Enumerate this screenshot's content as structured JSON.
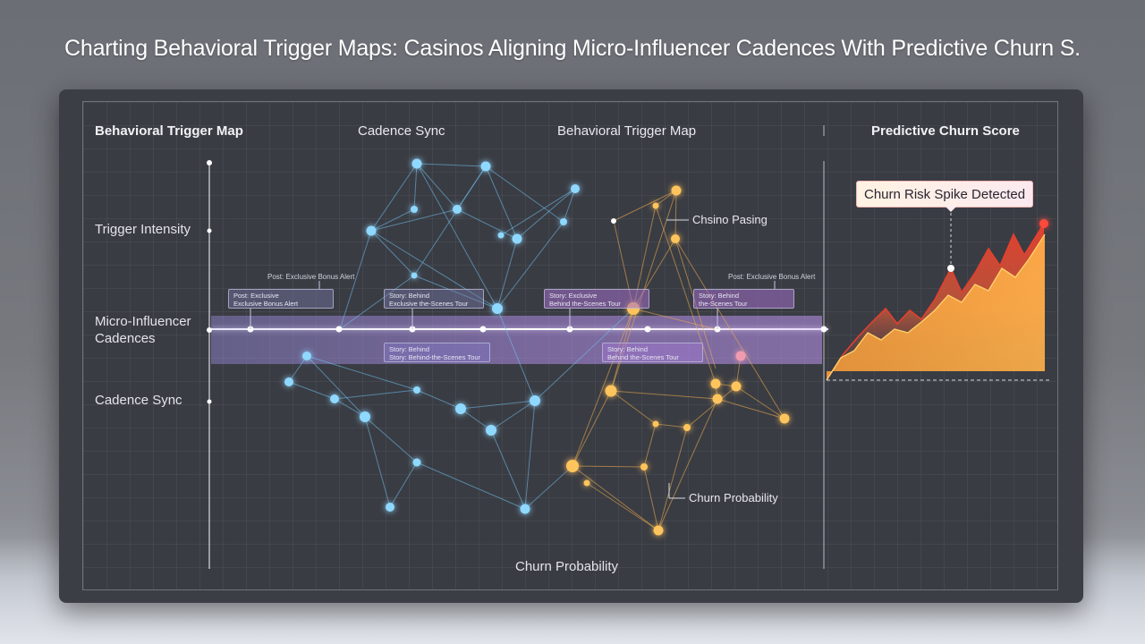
{
  "title": "Charting Behavioral Trigger Maps: Casinos Aligning Micro-Influencer Cadences With Predictive Churn S.",
  "headers": {
    "left": "Behavioral Trigger Map",
    "center_left": "Cadence Sync",
    "center_right": "Behavioral Trigger Map",
    "right": "Predictive Churn Score"
  },
  "axis_labels": {
    "trigger_intensity": "Trigger Intensity",
    "micro_influencer_1": "Micro-Influencer",
    "micro_influencer_2": "Cadences",
    "cadence_sync": "Cadence Sync",
    "bottom": "Churn Probability"
  },
  "network_labels": {
    "casino_pacing": "Chsino Pasing",
    "churn_probability": "Churn Probability"
  },
  "micro_labels": {
    "top_left": "Post: Exclusive Bonus Alert",
    "top_right": "Post: Exclusive Bonus Alert"
  },
  "notes": {
    "n1": "Post: Exclusive\nExclusive Bonus Alert",
    "n2": "Story: Behind\nExclusive the-Scenes Tour",
    "n3": "Story: Exclusive\nBehind the-Scenes Tour",
    "n4": "Story: Behind\nthe-Scenes Tour",
    "n5": "Story: Behind\nStory: Behind-the-Scenes Tour",
    "n6": "Story: Behind\nBehind the-Scenes Tour"
  },
  "callout": "Churn Risk Spike Detected",
  "colors": {
    "blue_node": "#7fd0ff",
    "orange_node": "#ffc35a",
    "band": "#a58ee6",
    "churn_red": "#e2402f",
    "churn_orange": "#f2a03a"
  }
}
